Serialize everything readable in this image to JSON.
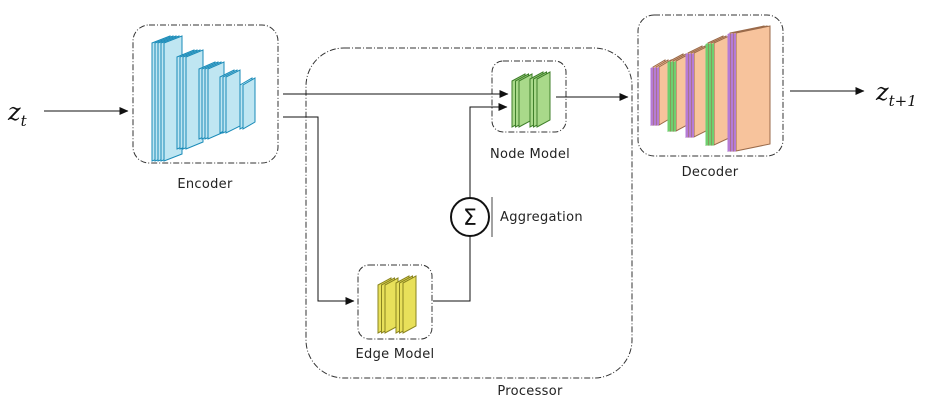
{
  "inputs": {
    "zt_base": "z",
    "zt_sub": "t"
  },
  "outputs": {
    "zt1_base": "z",
    "zt1_sub": "t+1"
  },
  "blocks": {
    "encoder": {
      "label": "Encoder"
    },
    "processor": {
      "label": "Processor"
    },
    "node_model": {
      "label": "Node Model"
    },
    "edge_model": {
      "label": "Edge Model"
    },
    "aggregation": {
      "label": "Aggregation",
      "symbol": "Σ"
    },
    "decoder": {
      "label": "Decoder"
    }
  },
  "colors": {
    "encoder_face": "#bfe6f2",
    "encoder_edge": "#1a8bb8",
    "node_face": "#a9d98a",
    "node_edge": "#3f7f2a",
    "edge_face": "#e8e05a",
    "edge_edge": "#8a8420",
    "decoder_face": "#f7c39c",
    "decoder_accent1": "#b57bd6",
    "decoder_accent2": "#6fcf6f"
  },
  "icons": [
    "sigma-icon",
    "arrow-icon"
  ]
}
